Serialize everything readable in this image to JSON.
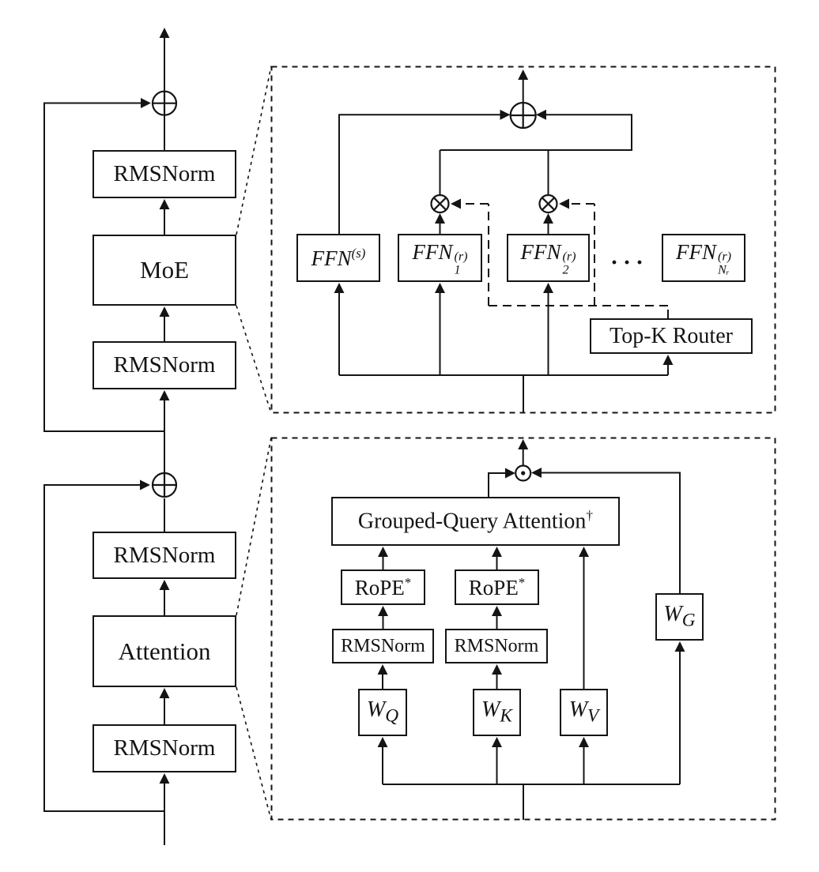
{
  "transformer_column": {
    "moe_block": {
      "post_norm": "RMSNorm",
      "core": "MoE",
      "pre_norm": "RMSNorm"
    },
    "attention_block": {
      "post_norm": "RMSNorm",
      "core": "Attention",
      "pre_norm": "RMSNorm"
    }
  },
  "moe_panel": {
    "shared_expert": {
      "base": "FFN",
      "sup": "(s)"
    },
    "routed_experts": [
      {
        "base": "FFN",
        "sup": "(r)",
        "sub": "1"
      },
      {
        "base": "FFN",
        "sup": "(r)",
        "sub": "2"
      },
      {
        "base": "FFN",
        "sup": "(r)",
        "sub": "Nᵣ"
      }
    ],
    "ellipsis": "···",
    "router_label": "Top-K Router"
  },
  "attention_panel": {
    "gqa": {
      "base": "Grouped-Query Attention",
      "sup": "†"
    },
    "rope": {
      "base": "RoPE",
      "sup": "*"
    },
    "norm_label": "RMSNorm",
    "projections": {
      "query": {
        "base": "W",
        "sub": "Q"
      },
      "key": {
        "base": "W",
        "sub": "K"
      },
      "value": {
        "base": "W",
        "sub": "V"
      },
      "gate": {
        "base": "W",
        "sub": "G"
      }
    }
  },
  "operators": {
    "add": "⊕",
    "multiply": "⊗",
    "hadamard": "⊙"
  },
  "colors": {
    "line": "#141414",
    "background": "#ffffff"
  }
}
